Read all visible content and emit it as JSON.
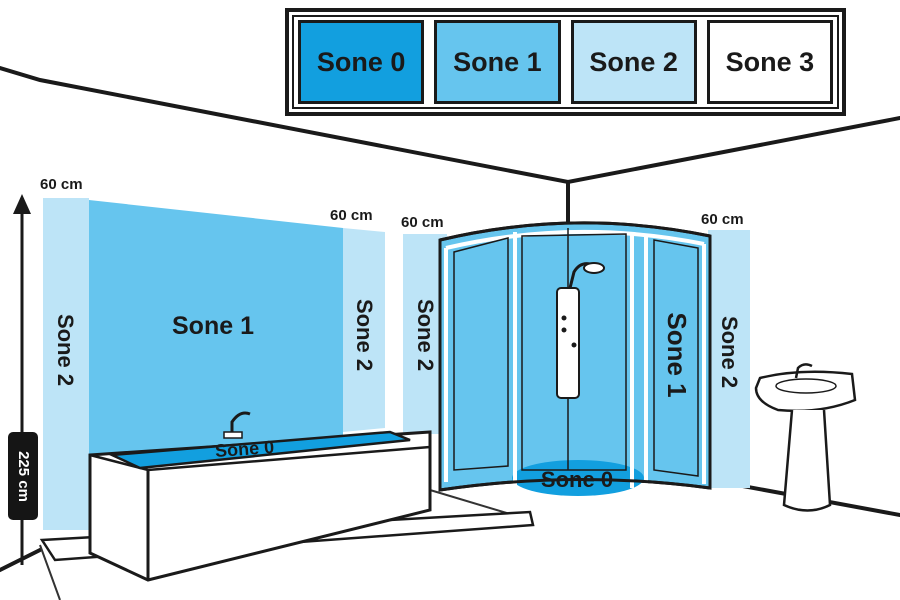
{
  "legend": {
    "zones": [
      {
        "label": "Sone 0",
        "color": "#129fdf"
      },
      {
        "label": "Sone 1",
        "color": "#66c5ee"
      },
      {
        "label": "Sone 2",
        "color": "#bde4f7"
      },
      {
        "label": "Sone 3",
        "color": "#ffffff"
      }
    ]
  },
  "diagram": {
    "height_marker": "225 cm",
    "dimensions": {
      "bath_left": "60 cm",
      "bath_right": "60 cm",
      "shower_left": "60 cm",
      "shower_right": "60 cm"
    },
    "zone_labels": {
      "bath_left": "Sone 2",
      "bath_center": "Sone 1",
      "bath_right": "Sone 2",
      "bathtub": "Sone 0",
      "shower_left": "Sone 2",
      "shower_inside": "Sone 1",
      "shower_tray": "Sone 0",
      "shower_right": "Sone 2"
    }
  }
}
